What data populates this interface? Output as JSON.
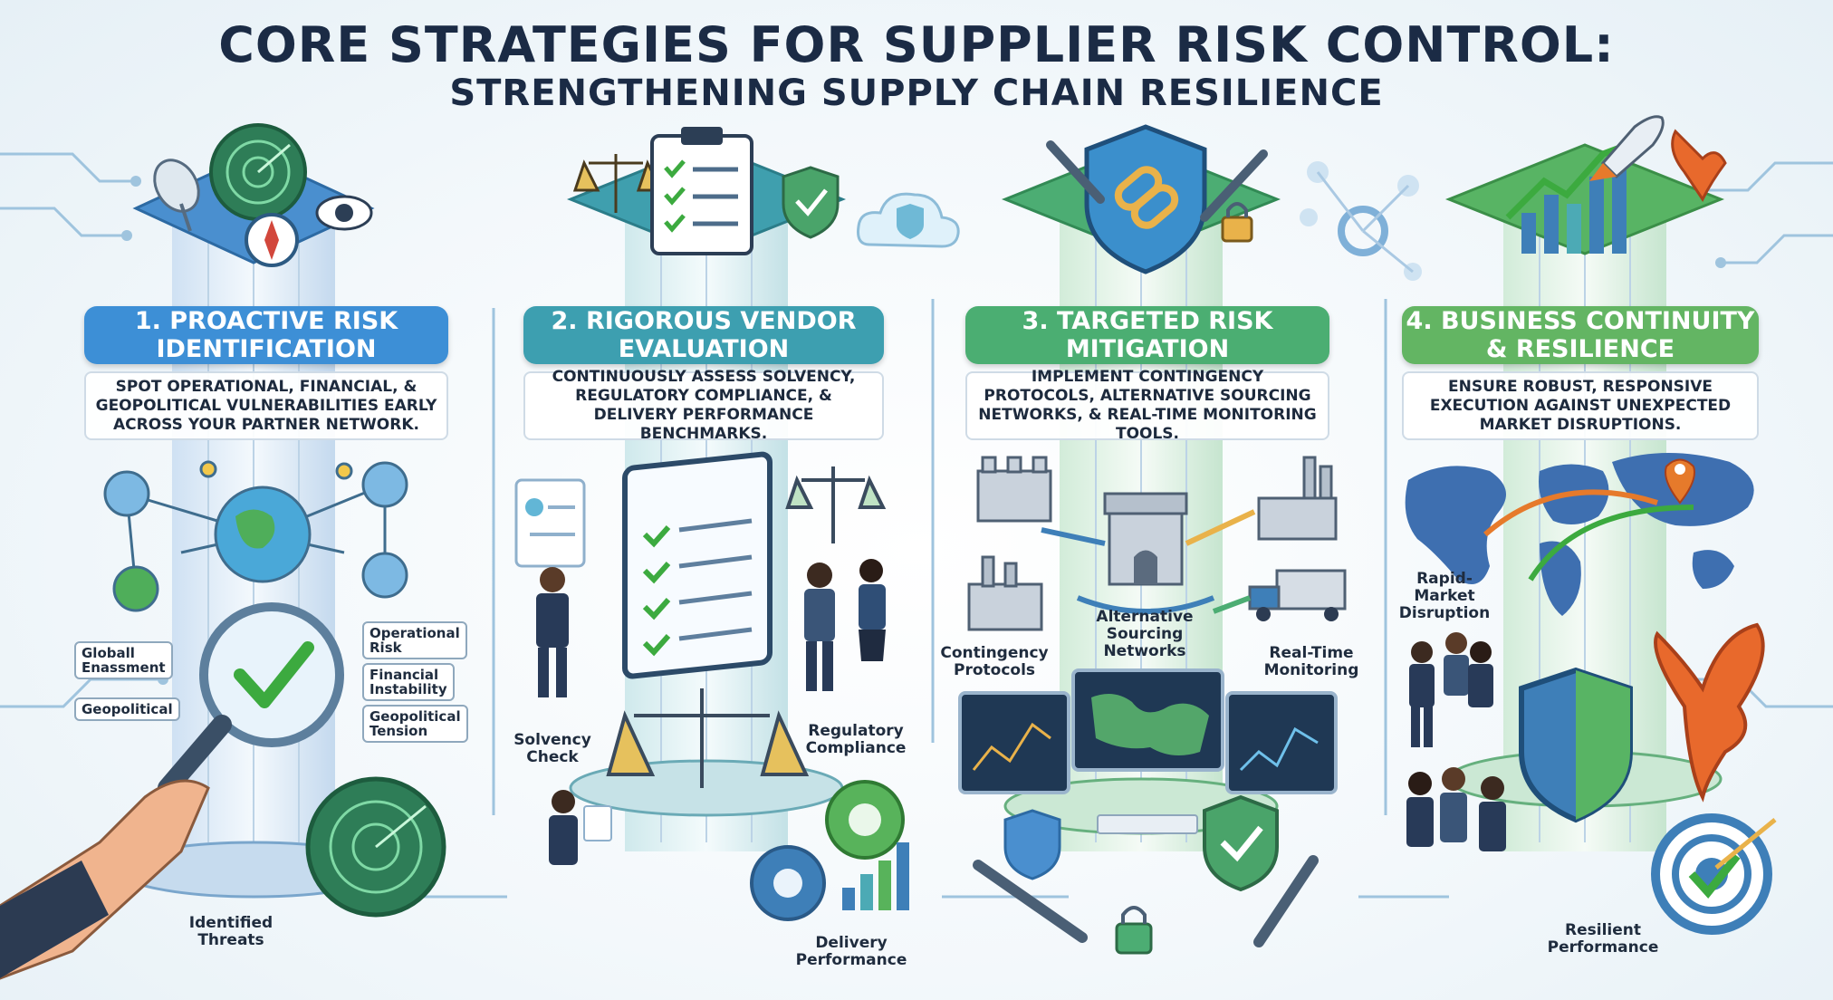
{
  "header": {
    "title": "CORE STRATEGIES FOR SUPPLIER RISK CONTROL:",
    "subtitle": "STRENGTHENING SUPPLY CHAIN RESILIENCE"
  },
  "colors": {
    "pillar1": "#3d8fd6",
    "pillar2": "#3d9fb0",
    "pillar3": "#4bae72",
    "pillar4": "#63b563",
    "title_text": "#1b2b45"
  },
  "pillars": [
    {
      "heading": "1. PROACTIVE RISK IDENTIFICATION",
      "description": "SPOT OPERATIONAL, FINANCIAL, & GEOPOLITICAL VULNERABILITIES EARLY ACROSS YOUR PARTNER NETWORK.",
      "icons": [
        "radar-icon",
        "satellite-dish-icon",
        "eye-icon",
        "compass-icon",
        "globe-icon",
        "magnifier-icon",
        "checkmark-icon",
        "hand-icon"
      ],
      "tags": {
        "global": "Globall\nEnassment",
        "geopolitical": "Geopolitical",
        "operational": "Operational\nRisk",
        "financial": "Financial\nInstability",
        "geopolitical_tension": "Geopolitical\nTension"
      },
      "labels": {
        "identified_threats": "Identified\nThreats"
      }
    },
    {
      "heading": "2. RIGOROUS VENDOR EVALUATION",
      "description": "CONTINUOUSLY ASSESS SOLVENCY, REGULATORY COMPLIANCE, & DELIVERY PERFORMANCE BENCHMARKS.",
      "icons": [
        "scales-icon",
        "clipboard-checklist-icon",
        "shield-check-icon",
        "cloud-shield-icon",
        "monitor-checklist-icon",
        "gear-icon",
        "bar-chart-icon",
        "person-icon"
      ],
      "labels": {
        "solvency_check": "Solvency\nCheck",
        "regulatory_compliance": "Regulatory\nCompliance",
        "delivery_performance": "Delivery\nPerformance"
      }
    },
    {
      "heading": "3. TARGETED RISK MITIGATION",
      "description": "IMPLEMENT CONTINGENCY PROTOCOLS, ALTERNATIVE SOURCING NETWORKS, & REAL-TIME MONITORING TOOLS.",
      "icons": [
        "shield-chain-icon",
        "wrench-icon",
        "padlock-icon",
        "castle-icon",
        "factory-icon",
        "truck-icon",
        "monitor-map-icon"
      ],
      "labels": {
        "contingency_protocols": "Contingency\nProtocols",
        "alternative_sourcing": "Alternative\nSourcing\nNetworks",
        "real_time_monitoring": "Real-Time\nMonitoring"
      }
    },
    {
      "heading": "4. BUSINESS CONTINUITY & RESILIENCE",
      "description": "ENSURE ROBUST, RESPONSIVE EXECUTION AGAINST UNEXPECTED MARKET DISRUPTIONS.",
      "icons": [
        "rocket-icon",
        "line-chart-icon",
        "phoenix-icon",
        "world-map-icon",
        "map-pin-icon",
        "shield-icon",
        "target-check-icon"
      ],
      "labels": {
        "rapid_market_disruption": "Rapid-\nMarket\nDisruption",
        "resilient_performance": "Resilient\nPerformance"
      }
    }
  ]
}
